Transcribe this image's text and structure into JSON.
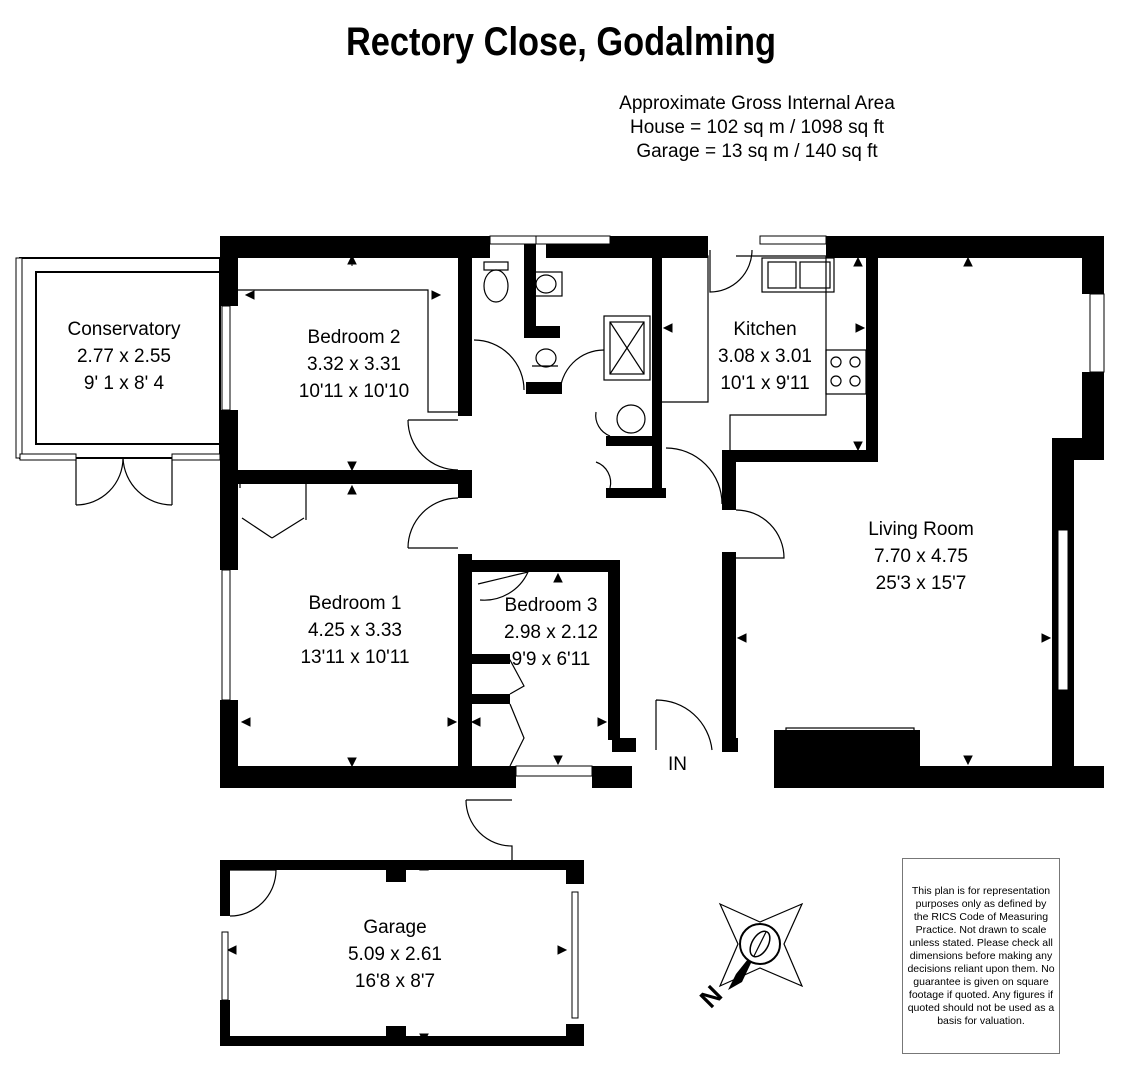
{
  "title": "Rectory Close, Godalming",
  "area": {
    "heading": "Approximate Gross Internal Area",
    "house": "House = 102 sq m / 1098 sq ft",
    "garage": "Garage = 13 sq m / 140 sq ft"
  },
  "rooms": {
    "conservatory": {
      "name": "Conservatory",
      "metric": "2.77 x 2.55",
      "imperial": "9' 1 x 8' 4"
    },
    "bedroom2": {
      "name": "Bedroom 2",
      "metric": "3.32 x 3.31",
      "imperial": "10'11 x 10'10"
    },
    "kitchen": {
      "name": "Kitchen",
      "metric": "3.08 x 3.01",
      "imperial": "10'1 x 9'11"
    },
    "living": {
      "name": "Living Room",
      "metric": "7.70 x 4.75",
      "imperial": "25'3 x 15'7"
    },
    "bedroom1": {
      "name": "Bedroom 1",
      "metric": "4.25 x 3.33",
      "imperial": "13'11 x 10'11"
    },
    "bedroom3": {
      "name": "Bedroom 3",
      "metric": "2.98 x 2.12",
      "imperial": "9'9 x 6'11"
    },
    "garage": {
      "name": "Garage",
      "metric": "5.09 x 2.61",
      "imperial": "16'8 x 8'7"
    }
  },
  "entrance_label": "IN",
  "disclaimer": "This plan is for representation purposes only as defined by the RICS Code of Measuring Practice. Not drawn to scale unless stated. Please check all dimensions before making any decisions reliant upon them. No guarantee is given on square footage if quoted. Any figures if quoted should not be used as a basis for valuation.",
  "compass": {
    "icon": "compass-leaf-icon",
    "label": "N"
  }
}
